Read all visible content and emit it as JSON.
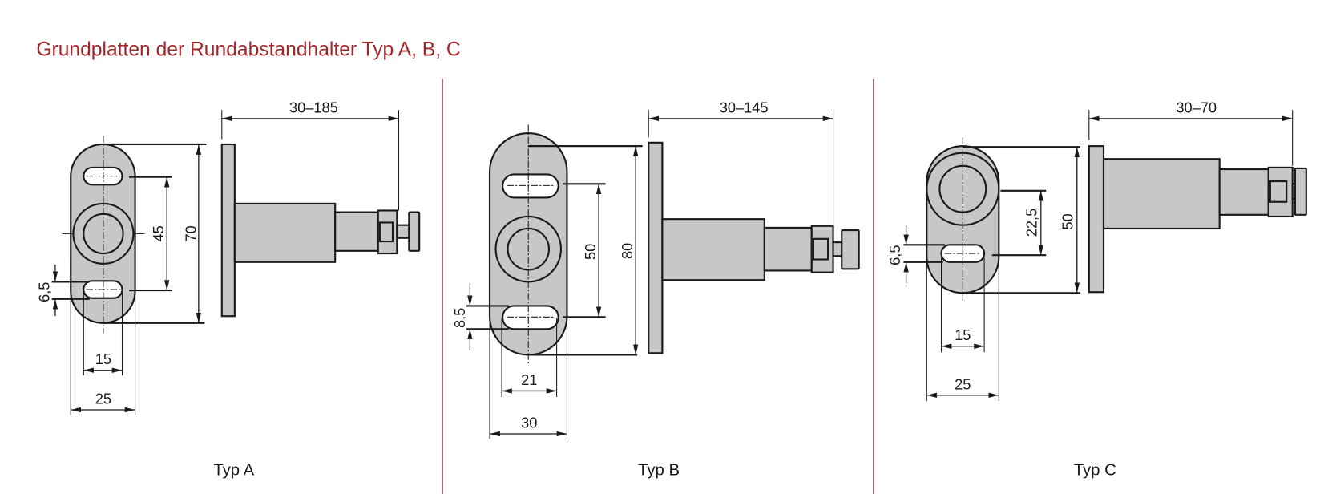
{
  "title": "Grundplatten der Rundabstandhalter Typ A, B, C",
  "colors": {
    "title": "#a3262a",
    "part_fill": "#c8c6c7",
    "divider": "#9a4a44"
  },
  "types": [
    {
      "label": "Typ A",
      "length": "30–185",
      "height": "70",
      "hole_spacing": "45",
      "slot_height": "6,5",
      "slot_width": "15",
      "plate_width": "25"
    },
    {
      "label": "Typ B",
      "length": "30–145",
      "height": "80",
      "hole_spacing": "50",
      "slot_height": "8,5",
      "slot_width": "21",
      "plate_width": "30"
    },
    {
      "label": "Typ C",
      "length": "30–70",
      "height": "50",
      "hole_spacing": "22,5",
      "slot_height": "6,5",
      "slot_width": "15",
      "plate_width": "25"
    }
  ]
}
